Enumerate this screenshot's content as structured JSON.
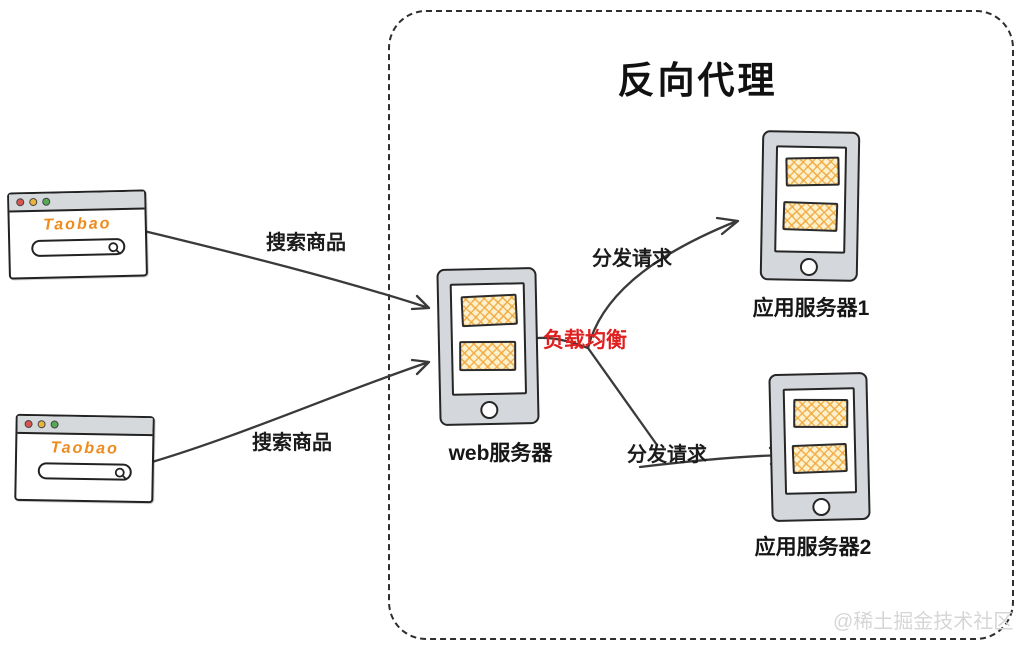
{
  "title": "反向代理",
  "watermark": "@稀土掘金技术社区",
  "diagram": {
    "type": "flow",
    "container_label": "反向代理",
    "nodes": [
      {
        "id": "client1",
        "kind": "browser-window",
        "title": "Taobao"
      },
      {
        "id": "client2",
        "kind": "browser-window",
        "title": "Taobao"
      },
      {
        "id": "web_server",
        "kind": "tablet-server",
        "label": "web服务器"
      },
      {
        "id": "app_server1",
        "kind": "tablet-server",
        "label": "应用服务器1"
      },
      {
        "id": "app_server2",
        "kind": "tablet-server",
        "label": "应用服务器2"
      }
    ],
    "edges": [
      {
        "from": "client1",
        "to": "web_server",
        "label": "搜索商品"
      },
      {
        "from": "client2",
        "to": "web_server",
        "label": "搜索商品"
      },
      {
        "from": "web_server",
        "to": "app_server1",
        "label": "分发请求"
      },
      {
        "from": "web_server",
        "to": "app_server2",
        "label": "分发请求"
      }
    ],
    "annotations": [
      {
        "text": "负载均衡",
        "color": "#e01f1f"
      }
    ]
  },
  "colors": {
    "brand_orange": "#ee8b1e",
    "hatch_orange": "#f0a63a",
    "hatch_base": "#fcf0cd",
    "tablet_gray": "#d4d7db",
    "annotation_red": "#e01f1f",
    "line_dark": "#3a3a3a",
    "traffic_red": "#d9534f",
    "traffic_yellow": "#ecb23e",
    "traffic_green": "#57a957",
    "watermark_gray": "#d6d6d6"
  }
}
